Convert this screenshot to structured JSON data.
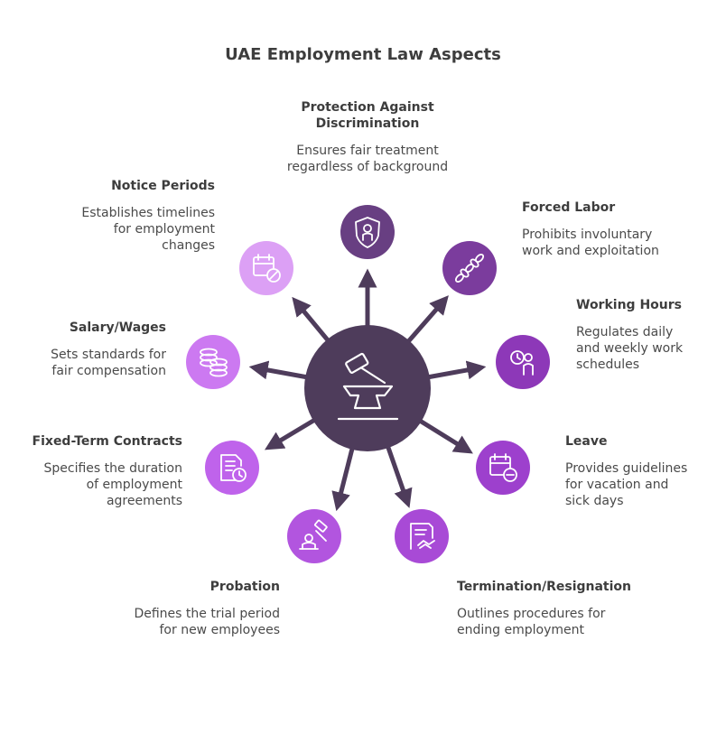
{
  "title": "UAE Employment Law Aspects",
  "colors": {
    "hub": "#4e3c5b",
    "arrow": "#4e3c5b",
    "dark_purple": "#683f82",
    "mid_purple": "#9138c5",
    "violet": "#b25be0",
    "light_violet": "#d48cf5",
    "lavender": "#e3a6f7"
  },
  "hub_icon": "gavel-anvil-icon",
  "aspects": [
    {
      "id": "discrimination",
      "heading": "Protection Against Discrimination",
      "heading_lines": [
        "Protection Against",
        "Discrimination"
      ],
      "desc_lines": [
        "Ensures fair treatment",
        "regardless of background"
      ],
      "icon": "shield-person-icon",
      "color": "#683f82"
    },
    {
      "id": "forced-labor",
      "heading": "Forced Labor",
      "desc_lines": [
        "Prohibits involuntary",
        "work and exploitation"
      ],
      "icon": "chain-icon",
      "color": "#7b3c9d"
    },
    {
      "id": "working-hours",
      "heading": "Working Hours",
      "desc_lines": [
        "Regulates daily",
        "and weekly work",
        "schedules"
      ],
      "icon": "clock-worker-icon",
      "color": "#8d38b8"
    },
    {
      "id": "leave",
      "heading": "Leave",
      "desc_lines": [
        "Provides guidelines",
        "for vacation and",
        "sick days"
      ],
      "icon": "calendar-minus-icon",
      "color": "#9d40cd"
    },
    {
      "id": "termination",
      "heading": "Termination/Resignation",
      "desc_lines": [
        "Outlines procedures for",
        "ending employment"
      ],
      "icon": "contract-handshake-icon",
      "color": "#a84ad6"
    },
    {
      "id": "probation",
      "heading": "Probation",
      "desc_lines": [
        "Defines the trial period",
        "for new employees"
      ],
      "icon": "judge-gavel-icon",
      "color": "#b255df"
    },
    {
      "id": "fixed-term",
      "heading": "Fixed-Term Contracts",
      "desc_lines": [
        "Specifies the duration",
        "of employment",
        "agreements"
      ],
      "icon": "document-clock-icon",
      "color": "#bf63eb"
    },
    {
      "id": "salary",
      "heading": "Salary/Wages",
      "desc_lines": [
        "Sets standards for",
        "fair compensation"
      ],
      "icon": "coins-stack-icon",
      "color": "#cc79f1"
    },
    {
      "id": "notice",
      "heading": "Notice Periods",
      "desc_lines": [
        "Establishes timelines",
        "for employment",
        "changes"
      ],
      "icon": "calendar-cancel-icon",
      "color": "#dca0f5"
    }
  ]
}
